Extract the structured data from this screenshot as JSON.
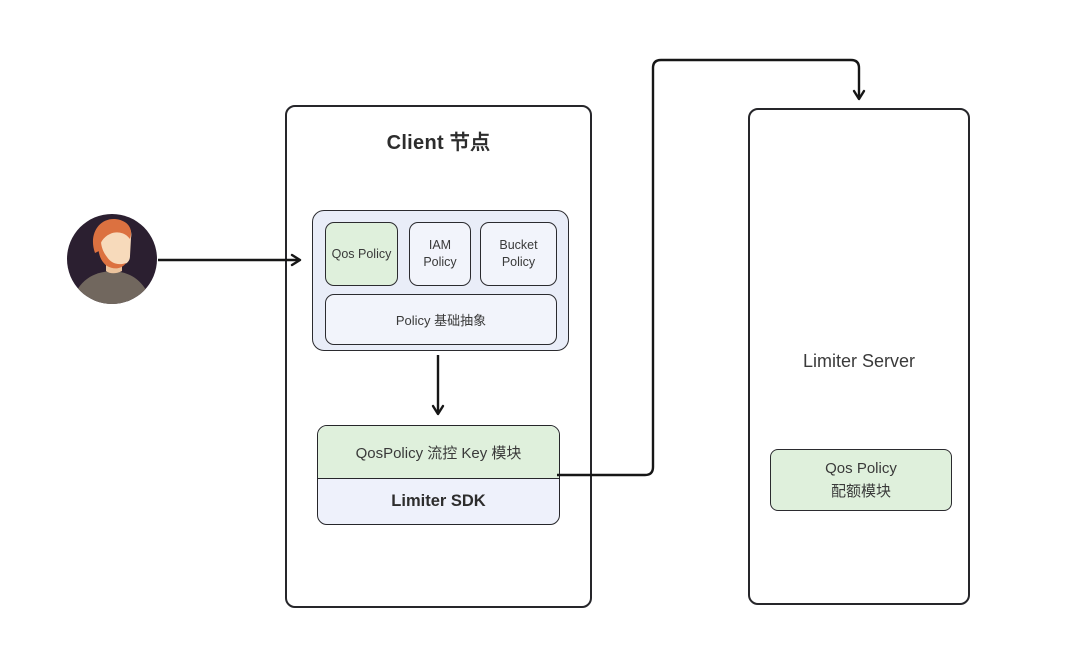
{
  "canvas": {
    "background": "#ffffff"
  },
  "palette": {
    "box_border": "#26262a",
    "green_fill": "#dff0dc",
    "group_lavender_fill": "#e9edf8",
    "inner_light_fill": "#f2f4fb",
    "sdk_lavender_fill": "#eef1fb",
    "arrow": "#161616",
    "text": "#333333",
    "avatar_bg": "#2b1f30",
    "avatar_hair": "#dc7140",
    "avatar_skin": "#f7dabb",
    "avatar_body": "#71675e"
  },
  "icons": {
    "avatar": "person-avatar-icon"
  },
  "client": {
    "title": "Client 节点",
    "policy_group": {
      "qos": "Qos Policy",
      "iam": "IAM\nPolicy",
      "bucket": "Bucket\nPolicy",
      "base": "Policy 基础抽象"
    },
    "sdk": {
      "key_module": "QosPolicy 流控 Key 模块",
      "label": "Limiter SDK"
    }
  },
  "server": {
    "title": "Limiter Server",
    "quota_module": "Qos Policy\n配额模块"
  }
}
